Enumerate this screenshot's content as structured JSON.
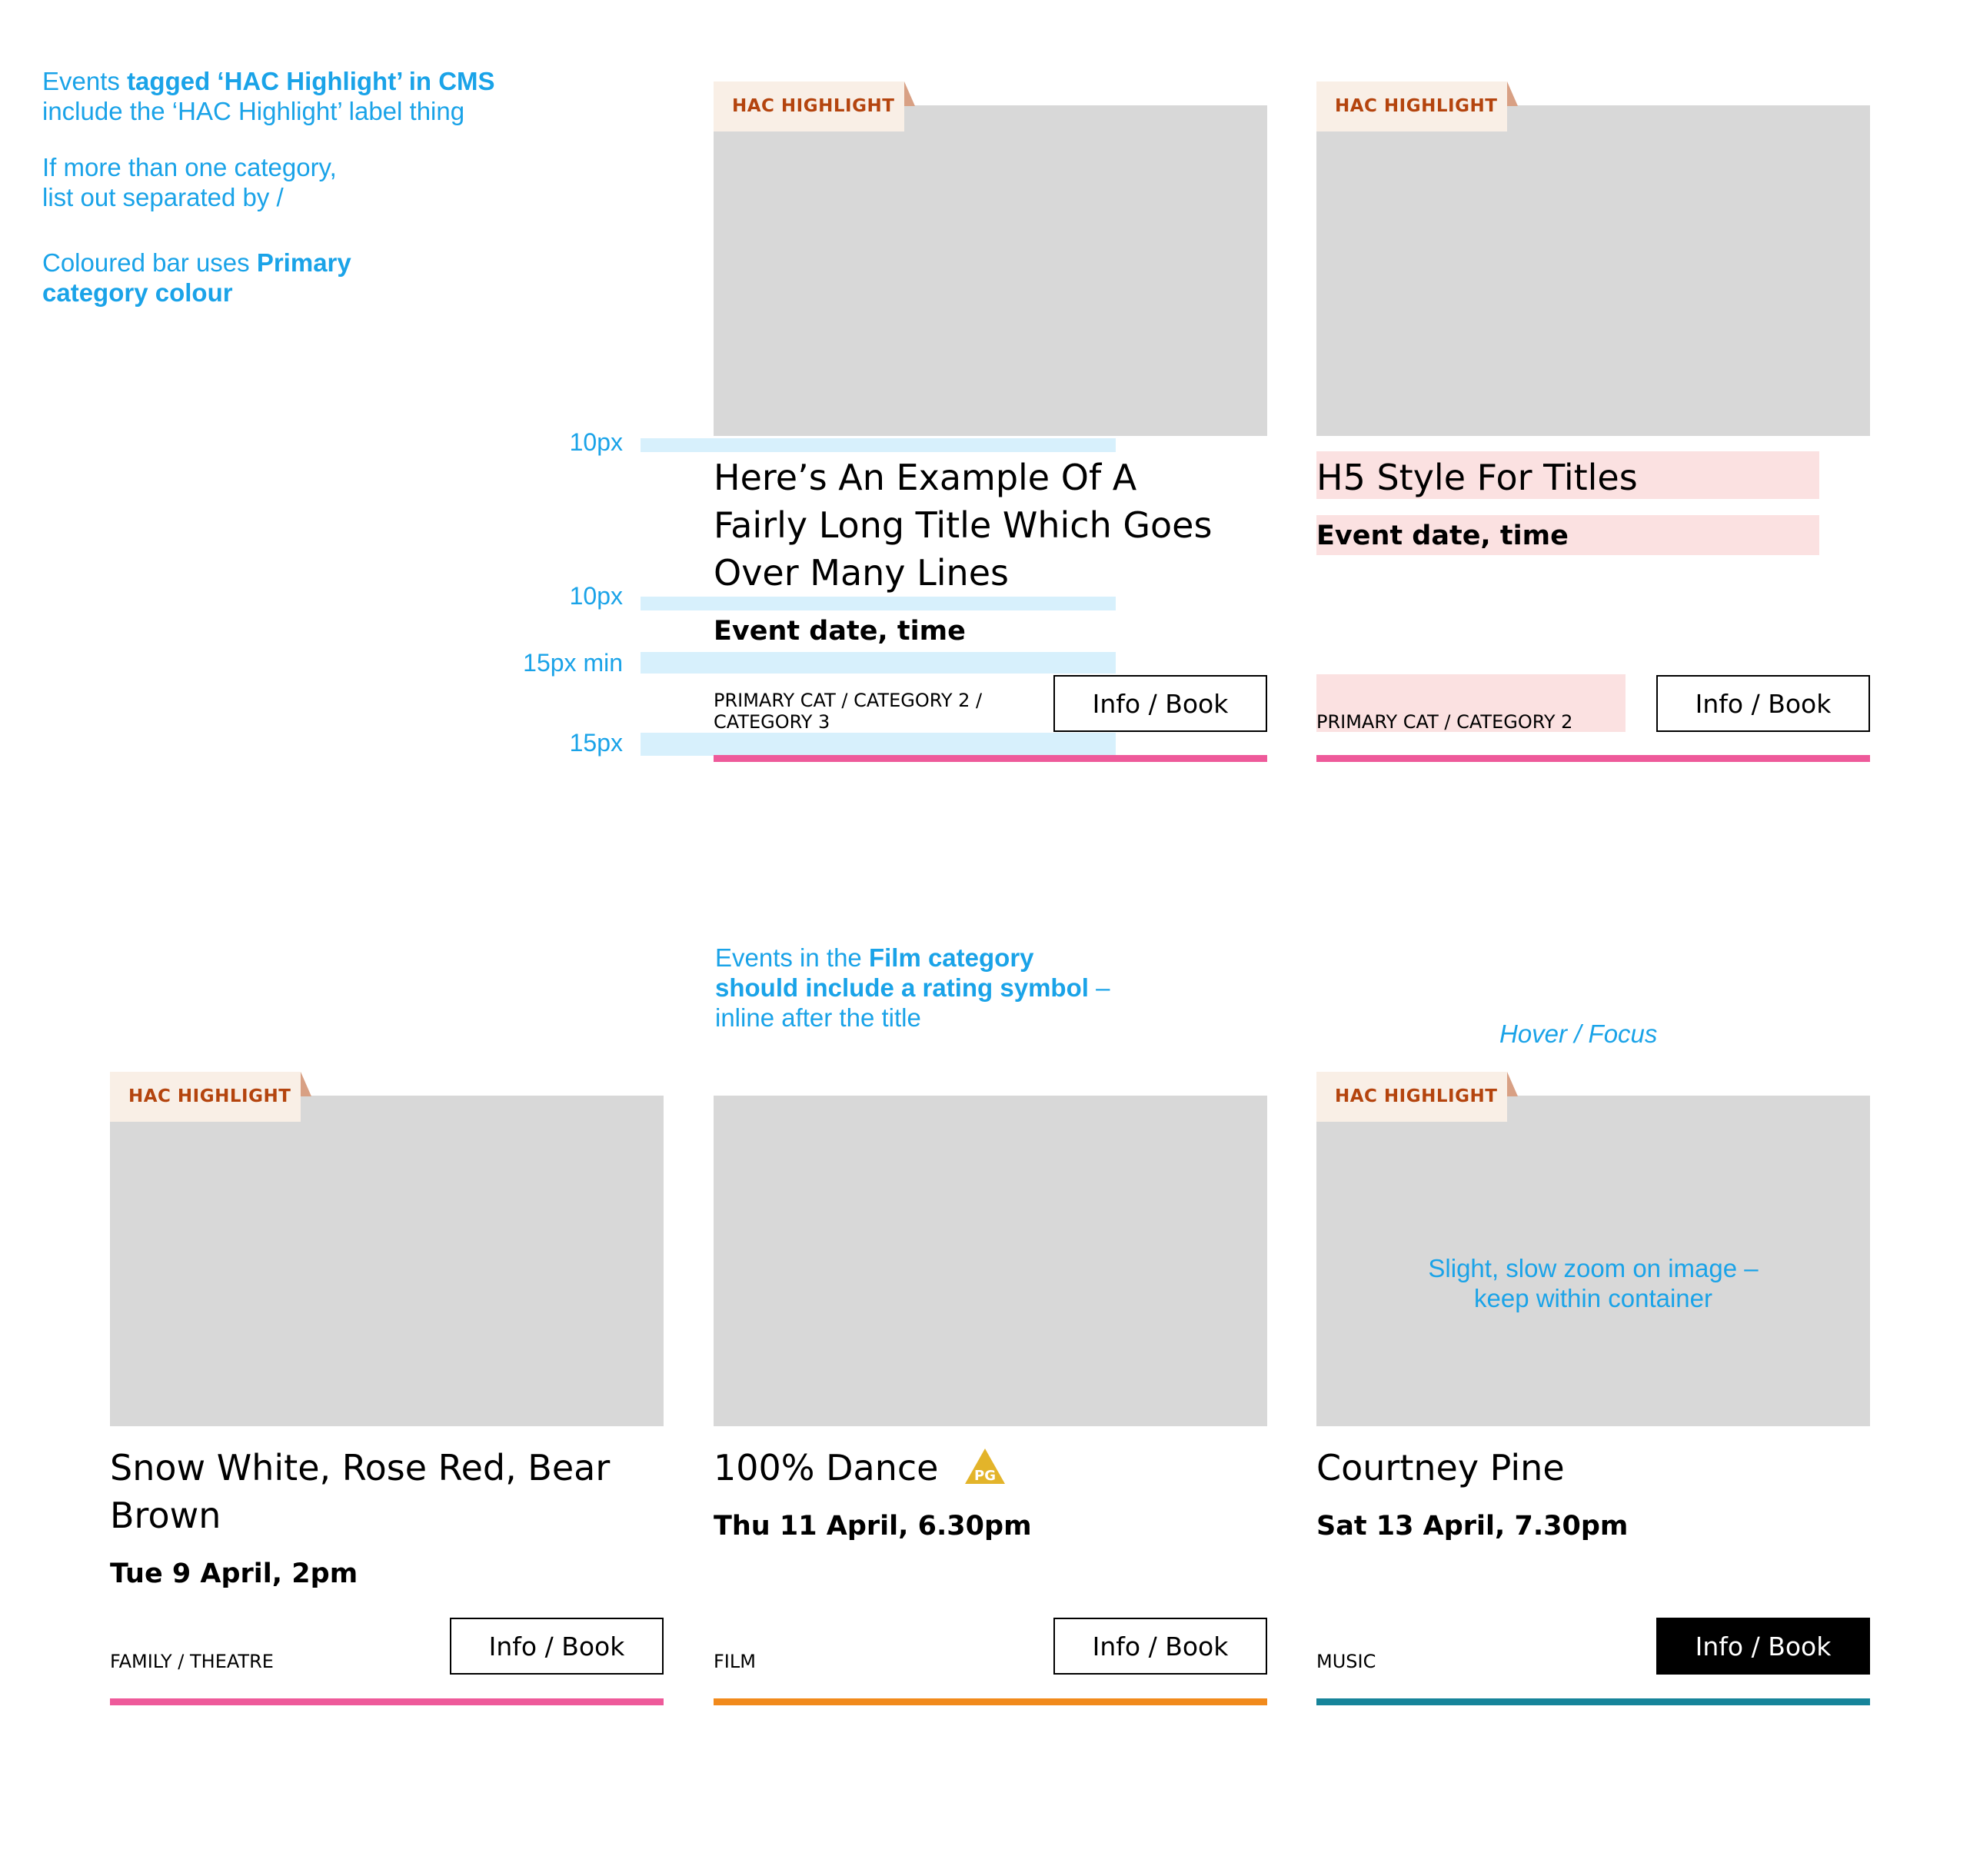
{
  "notes": {
    "cms_line1_prefix": "Events ",
    "cms_line1_bold": "tagged ‘HAC Highlight’ in CMS",
    "cms_line2": "include the ‘HAC Highlight’ label thing",
    "category_line1": "If more than one category,",
    "category_line2": "list out separated by /",
    "colour_prefix": "Coloured bar uses ",
    "colour_bold1": "Primary",
    "colour_bold2": "category colour",
    "film_prefix": "Events in the ",
    "film_bold1": "Film category",
    "film_bold2": "should include a rating symbol",
    "film_suffix": " –",
    "film_line3": "inline after the title",
    "hover": "Hover / Focus",
    "zoom_line1": "Slight, slow zoom on image –",
    "zoom_line2": "keep within container"
  },
  "spacing": {
    "s1": "10px",
    "s2": "10px",
    "s3": "15px min",
    "s4": "15px"
  },
  "tag_label": "HAC HIGHLIGHT",
  "button_label": "Info / Book",
  "rating_label": "PG",
  "colors": {
    "pink": "#ee5a9a",
    "orange": "#f18a1c",
    "teal": "#16849a",
    "annotation_blue": "#1aa3e8",
    "rating_yellow": "#e3b42a"
  },
  "cards": [
    {
      "title_line1": "Here’s An Example Of A",
      "title_line2": "Fairly Long Title Which Goes",
      "title_line3": "Over Many Lines",
      "date": "Event date, time",
      "cats_line1": "PRIMARY CAT / CATEGORY 2 /",
      "cats_line2": "CATEGORY 3"
    },
    {
      "title": "H5 Style For Titles",
      "date": "Event date, time",
      "cats": "PRIMARY CAT / CATEGORY 2"
    },
    {
      "title_line1": "Snow White, Rose Red, Bear",
      "title_line2": "Brown",
      "date": "Tue 9 April, 2pm",
      "cats": "FAMILY / THEATRE"
    },
    {
      "title": "100% Dance",
      "date": "Thu 11 April, 6.30pm",
      "cats": "FILM"
    },
    {
      "title": "Courtney Pine",
      "date": "Sat 13 April, 7.30pm",
      "cats": "MUSIC"
    }
  ]
}
